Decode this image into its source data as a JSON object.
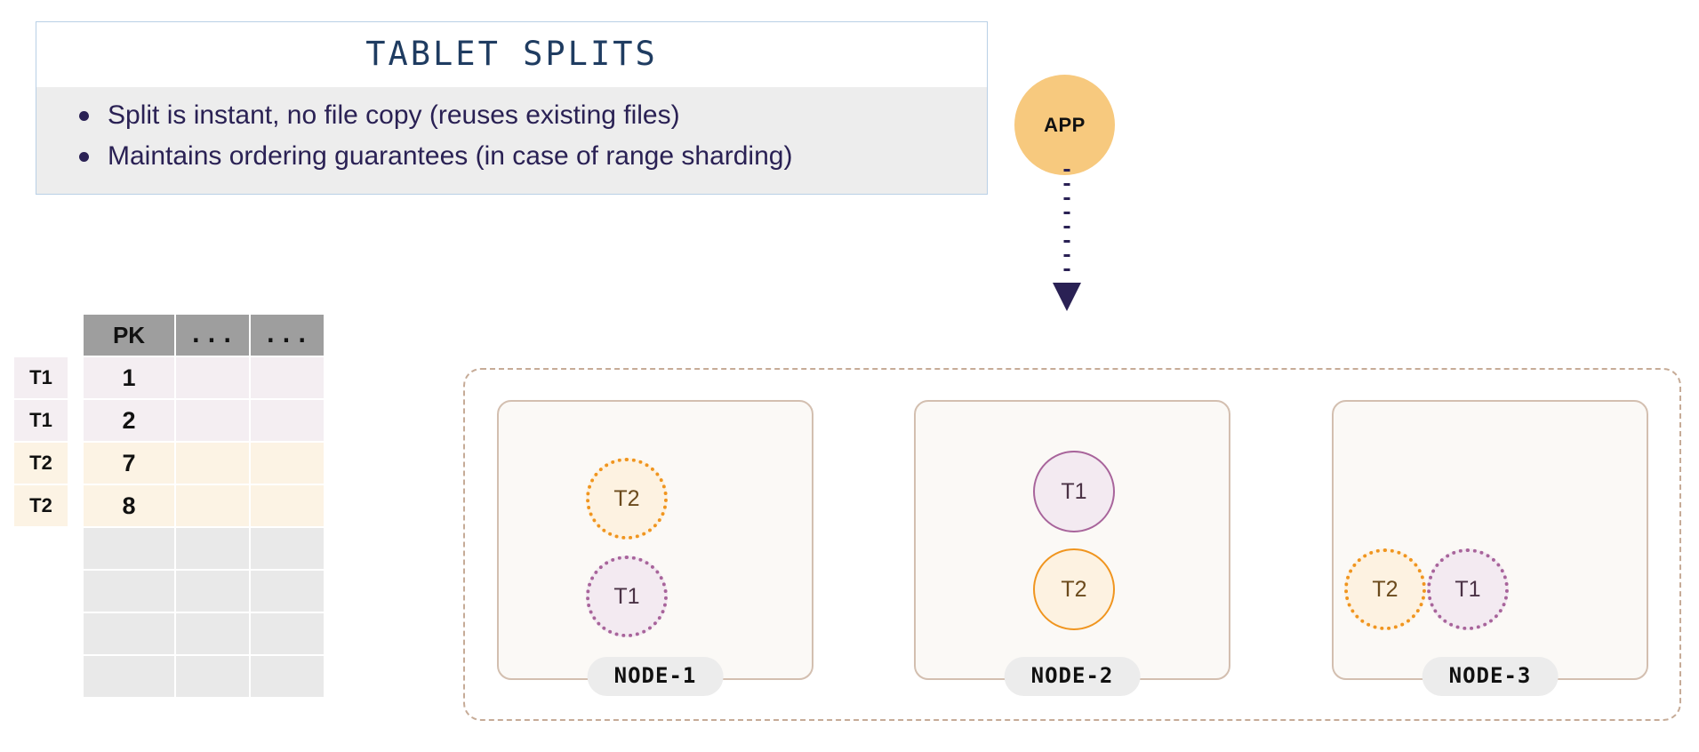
{
  "callout": {
    "title": "TABLET SPLITS",
    "bullets": [
      "Split is instant, no file copy (reuses existing files)",
      "Maintains ordering guarantees (in case of range sharding)"
    ],
    "border_color": "#b9d0e6",
    "body_bg": "#ededed",
    "title_color": "#1f3c61",
    "text_color": "#2a2154"
  },
  "table": {
    "headers": [
      "PK",
      "...",
      "..."
    ],
    "tag_column": [
      "T1",
      "T1",
      "T2",
      "T2",
      "",
      "",
      "",
      ""
    ],
    "rows": [
      {
        "pk": "1",
        "c2": "",
        "c3": "",
        "kind": "t1"
      },
      {
        "pk": "2",
        "c2": "",
        "c3": "",
        "kind": "t1"
      },
      {
        "pk": "7",
        "c2": "",
        "c3": "",
        "kind": "t2"
      },
      {
        "pk": "8",
        "c2": "",
        "c3": "",
        "kind": "t2"
      },
      {
        "pk": "",
        "c2": "",
        "c3": "",
        "kind": "empty"
      },
      {
        "pk": "",
        "c2": "",
        "c3": "",
        "kind": "empty"
      },
      {
        "pk": "",
        "c2": "",
        "c3": "",
        "kind": "empty"
      },
      {
        "pk": "",
        "c2": "",
        "c3": "",
        "kind": "empty"
      }
    ],
    "header_bg": "#9e9e9e",
    "t1_bg": "#f4eef2",
    "t2_bg": "#fcf3e4",
    "empty_bg": "#e9e9e9"
  },
  "app": {
    "label": "APP",
    "fill": "#f7c97e",
    "arrow_color": "#2a2154"
  },
  "cluster": {
    "border_color": "#c6ab97",
    "nodes": [
      {
        "label": "NODE-1",
        "tablets": [
          {
            "label": "T2",
            "type": "t2",
            "style": "dotted"
          },
          {
            "label": "T1",
            "type": "t1",
            "style": "dotted"
          }
        ]
      },
      {
        "label": "NODE-2",
        "tablets": [
          {
            "label": "T1",
            "type": "t1",
            "style": "solid"
          },
          {
            "label": "T2",
            "type": "t2",
            "style": "solid"
          }
        ]
      },
      {
        "label": "NODE-3",
        "tablets": [
          {
            "label": "T2",
            "type": "t2",
            "style": "dotted"
          },
          {
            "label": "T1",
            "type": "t1",
            "style": "dotted"
          }
        ]
      }
    ],
    "t1_fill": "#f3eaf1",
    "t1_stroke": "#a8649b",
    "t2_fill": "#fdf2e1",
    "t2_stroke": "#f0951f",
    "node_bg": "#fbf9f6",
    "node_border": "#d3bfb0",
    "label_bg": "#ececec"
  }
}
